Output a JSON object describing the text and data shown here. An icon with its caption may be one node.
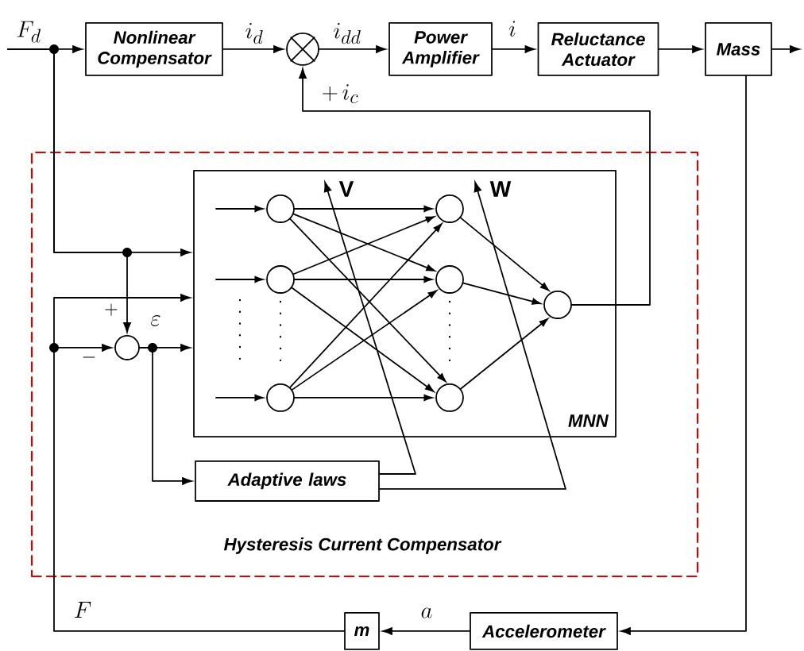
{
  "diagram": {
    "nodes": [
      {
        "text": [
          "Nonlinear Compensator"
        ]
      },
      {
        "text": [],
        "shape": "circle"
      },
      {
        "text": [
          "Power Amplifier"
        ]
      },
      {
        "text": [
          "Reluctance Actuator"
        ]
      },
      {
        "text": [
          "Mass"
        ]
      },
      {
        "text": [
          "Hysteresis Current Compensator"
        ]
      },
      {
        "text": [
          "MNN"
        ],
        "in": 5
      },
      {
        "text": [],
        "shape": "circle",
        "in": 5
      },
      {
        "text": [],
        "shape": "circle",
        "in": 6
      },
      {
        "text": [],
        "shape": "circle",
        "in": 6
      },
      {
        "text": [],
        "shape": "circle",
        "in": 6
      },
      {
        "text": [],
        "shape": "circle",
        "in": 6
      },
      {
        "text": [],
        "shape": "circle",
        "in": 6
      },
      {
        "text": [],
        "shape": "circle",
        "in": 6
      },
      {
        "text": [],
        "shape": "circle",
        "in": 6
      },
      {
        "text": [
          "Adaptive laws"
        ],
        "in": 5
      },
      {
        "text": [
          "Accelerometer"
        ]
      },
      {
        "text": [
          "m"
        ]
      }
    ],
    "edges": [
      {
        "from": null,
        "to": 0,
        "arrow": "to",
        "label": "F_d"
      },
      {
        "from": null,
        "to": 6,
        "arrow": "to"
      },
      {
        "from": null,
        "to": 7,
        "arrow": "to",
        "label": "+"
      },
      {
        "from": 0,
        "to": 1,
        "arrow": "to",
        "label": "i_d"
      },
      {
        "from": 1,
        "to": 2,
        "arrow": "to",
        "label": "i_{dd}"
      },
      {
        "from": 2,
        "to": 3,
        "arrow": "to",
        "label": "i"
      },
      {
        "from": 3,
        "to": 4,
        "arrow": "to"
      },
      {
        "from": 4,
        "to": null,
        "arrow": "to"
      },
      {
        "from": 4,
        "to": 16,
        "arrow": "to"
      },
      {
        "from": 16,
        "to": 17,
        "arrow": "to",
        "label": "a"
      },
      {
        "from": 17,
        "to": 7,
        "arrow": "to",
        "label": "-"
      },
      {
        "from": 17,
        "to": 6,
        "arrow": "to",
        "label": "F"
      },
      {
        "from": 7,
        "to": 6,
        "arrow": "to",
        "label": "\\varepsilon"
      },
      {
        "from": 7,
        "to": 15,
        "arrow": "to"
      },
      {
        "from": 15,
        "to": null,
        "arrow": "to",
        "label": "\\mathbf{V}"
      },
      {
        "from": 15,
        "to": null,
        "arrow": "to",
        "label": "\\mathbf{W}"
      },
      {
        "from": 14,
        "to": 1,
        "arrow": "to",
        "label": "+\\, i_c"
      },
      {
        "from": null,
        "to": 8,
        "arrow": "to"
      },
      {
        "from": null,
        "to": 9,
        "arrow": "to"
      },
      {
        "from": null,
        "to": 10,
        "arrow": "to"
      },
      {
        "from": 8,
        "to": 11,
        "arrow": "to"
      },
      {
        "from": 8,
        "to": 12,
        "arrow": "to"
      },
      {
        "from": 8,
        "to": 13,
        "arrow": "to"
      },
      {
        "from": 9,
        "to": 11,
        "arrow": "to"
      },
      {
        "from": 9,
        "to": 12,
        "arrow": "to"
      },
      {
        "from": 9,
        "to": 13,
        "arrow": "to"
      },
      {
        "from": 10,
        "to": 11,
        "arrow": "to"
      },
      {
        "from": 10,
        "to": 12,
        "arrow": "to"
      },
      {
        "from": 10,
        "to": 13,
        "arrow": "to"
      },
      {
        "from": 11,
        "to": 14,
        "arrow": "to"
      },
      {
        "from": 12,
        "to": 14,
        "arrow": "to"
      },
      {
        "from": 13,
        "to": 14,
        "arrow": "to"
      }
    ]
  }
}
